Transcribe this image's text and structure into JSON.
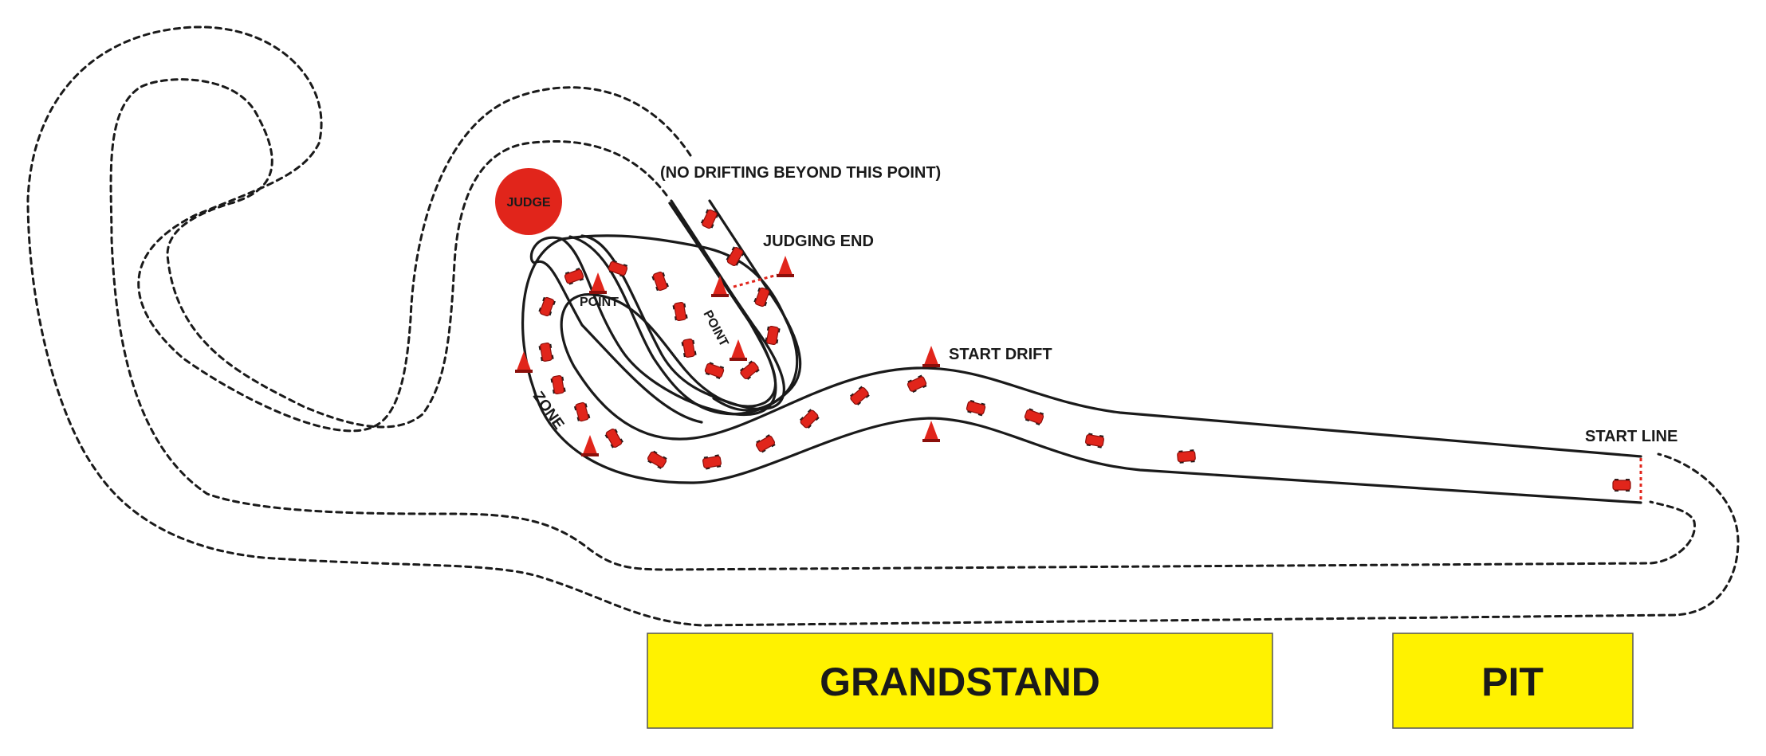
{
  "labels": {
    "no_drifting": "(NO DRIFTING BEYOND THIS POINT)",
    "judging_end": "JUDGING END",
    "start_drift": "START DRIFT",
    "start_line": "START LINE",
    "point_left": "POINT",
    "point_mid": "POINT",
    "zone": "ZONE",
    "judge": "JUDGE"
  },
  "areas": {
    "grandstand": "GRANDSTAND",
    "pit": "PIT"
  },
  "colors": {
    "area_fill": "#fff200",
    "car": "#e1251b",
    "cone": "#e1251b",
    "judge": "#e1251b",
    "track_line": "#1a1a1a"
  },
  "icons": {
    "car": "car-icon",
    "cone": "traffic-cone-icon"
  }
}
